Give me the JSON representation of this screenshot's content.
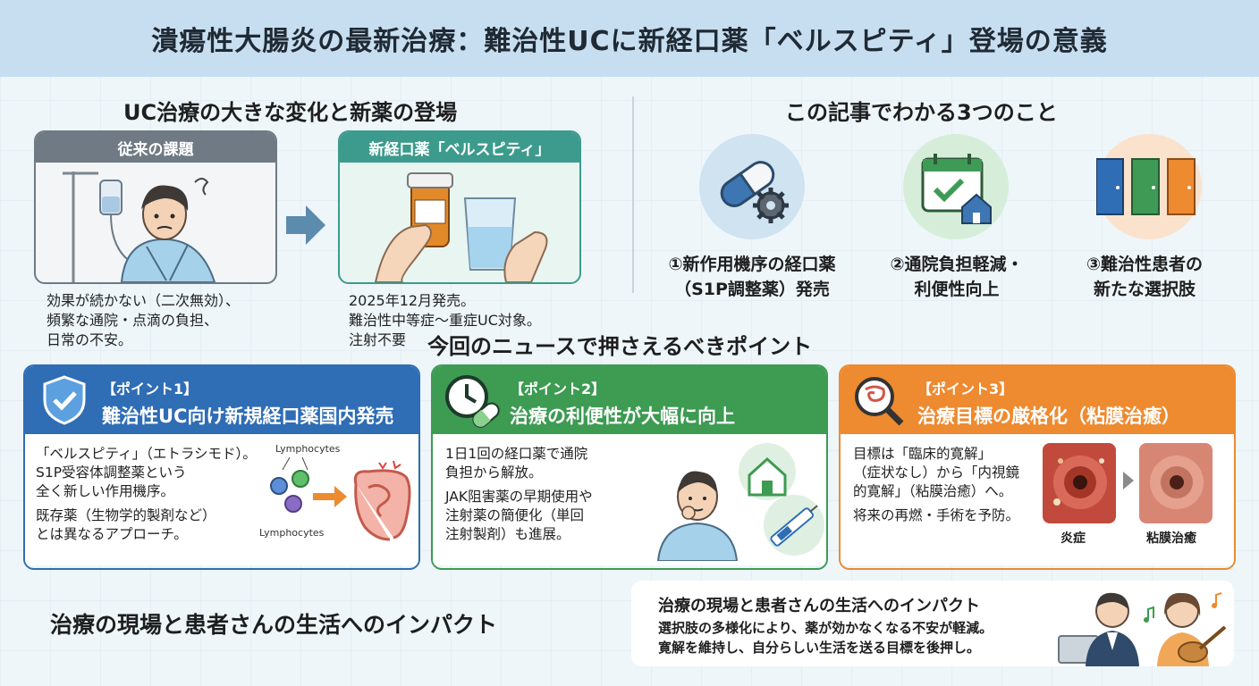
{
  "header": {
    "title": "潰瘍性大腸炎の最新治療：難治性UCに新経口薬「ベルスピティ」登場の意義"
  },
  "left_section": {
    "title": "UC治療の大きな変化と新薬の登場",
    "old": {
      "label": "従来の課題",
      "lines": [
        "効果が続かない（二次無効）、",
        "頻繁な通院・点滴の負担、",
        "日常の不安。"
      ]
    },
    "new": {
      "label": "新経口薬「ベルスピティ」",
      "lines": [
        "2025年12月発売。",
        "難治性中等症〜重症UC対象。",
        "注射不要"
      ]
    }
  },
  "right_section": {
    "title": "この記事でわかる3つのこと",
    "items": [
      {
        "line1": "①新作用機序の経口薬",
        "line2": "（S1P調整薬）発売",
        "icon": "capsule-gear-icon"
      },
      {
        "line1": "②通院負担軽減・",
        "line2": "利便性向上",
        "icon": "calendar-home-icon"
      },
      {
        "line1": "③難治性患者の",
        "line2": "新たな選択肢",
        "icon": "doors-icon"
      }
    ]
  },
  "points_section": {
    "title": "今回のニュースで押さえるべきポイント",
    "points": [
      {
        "sub": "【ポイント1】",
        "title": "難治性UC向け新規経口薬国内発売",
        "color": "#2f6db5",
        "lines": [
          "「ベルスピティ」（エトラシモド）。",
          "S1P受容体調整薬という",
          "全く新しい作用機序。",
          "既存薬（生物学的製剤など）",
          "とは異なるアプローチ。"
        ],
        "label_top": "Lymphocytes",
        "label_bottom": "Lymphocytes"
      },
      {
        "sub": "【ポイント2】",
        "title": "治療の利便性が大幅に向上",
        "color": "#3d9b52",
        "lines": [
          "1日1回の経口薬で通院",
          "負担から解放。",
          "JAK阻害薬の早期使用や",
          "注射薬の簡便化（単回",
          "注射製剤）も進展。"
        ]
      },
      {
        "sub": "【ポイント3】",
        "title": "治療目標の厳格化（粘膜治癒）",
        "color": "#ee8a2f",
        "lines": [
          "目標は「臨床的寛解」",
          "（症状なし）から「内視鏡",
          "的寛解」（粘膜治癒）へ。",
          "将来の再燃・手術を予防。"
        ],
        "caption_left": "炎症",
        "caption_right": "粘膜治癒"
      }
    ]
  },
  "impact": {
    "heading": "治療の現場と患者さんの生活へのインパクト",
    "box_title": "治療の現場と患者さんの生活へのインパクト",
    "lines": [
      "選択肢の多様化により、薬が効かなくなる不安が軽減。",
      "寛解を維持し、自分らしい生活を送る目標を後押し。"
    ]
  }
}
